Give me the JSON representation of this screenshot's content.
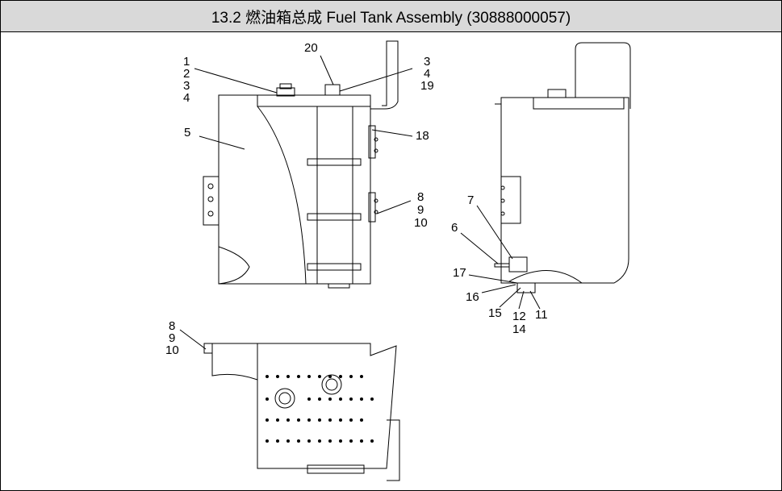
{
  "title": "13.2 燃油箱总成  Fuel Tank Assembly (30888000057)",
  "callouts": {
    "c1": "1",
    "c2": "2",
    "c3": "3",
    "c4": "4",
    "c5": "5",
    "c20": "20",
    "c3b": "3",
    "c4b": "4",
    "c19": "19",
    "c18": "18",
    "c8": "8",
    "c9": "9",
    "c10": "10",
    "c7": "7",
    "c6": "6",
    "c17": "17",
    "c16": "16",
    "c15": "15",
    "c12": "12",
    "c14": "14",
    "c11": "11",
    "c8b": "8",
    "c9b": "9",
    "c10b": "10"
  },
  "colors": {
    "line": "#000000",
    "titlebar": "#d9d9d9",
    "background": "#ffffff"
  }
}
